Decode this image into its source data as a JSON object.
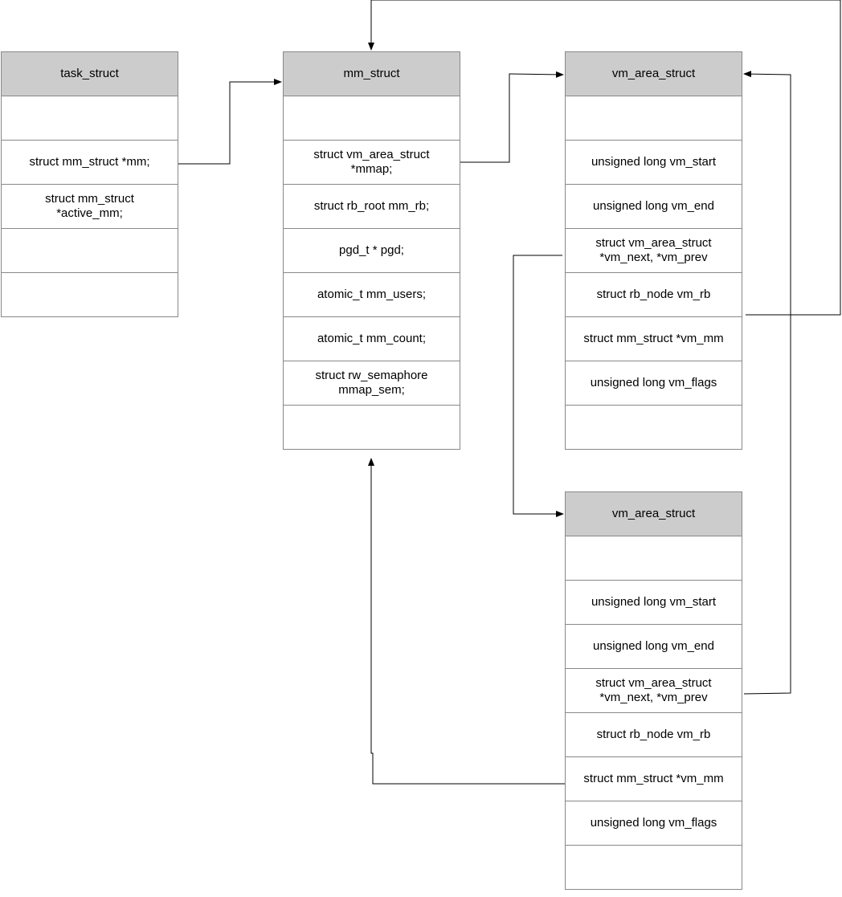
{
  "tables": {
    "task_struct": {
      "title": "task_struct",
      "rows": [
        "",
        "struct mm_struct *mm;",
        "struct  mm_struct\n*active_mm;",
        "",
        ""
      ]
    },
    "mm_struct": {
      "title": "mm_struct",
      "rows": [
        "",
        "struct vm_area_struct\n*mmap;",
        "struct rb_root mm_rb;",
        "pgd_t * pgd;",
        "atomic_t mm_users;",
        "atomic_t mm_count;",
        "struct rw_semaphore\nmmap_sem;",
        ""
      ]
    },
    "vm_area_struct_1": {
      "title": "vm_area_struct",
      "rows": [
        "",
        "unsigned long vm_start",
        "unsigned long vm_end",
        "struct vm_area_struct\n*vm_next, *vm_prev",
        "struct rb_node vm_rb",
        "struct mm_struct *vm_mm",
        "unsigned long vm_flags",
        ""
      ]
    },
    "vm_area_struct_2": {
      "title": "vm_area_struct",
      "rows": [
        "",
        "unsigned long vm_start",
        "unsigned long vm_end",
        "struct vm_area_struct\n*vm_next, *vm_prev",
        "struct rb_node vm_rb",
        "struct mm_struct *vm_mm",
        "unsigned long vm_flags",
        ""
      ]
    }
  }
}
